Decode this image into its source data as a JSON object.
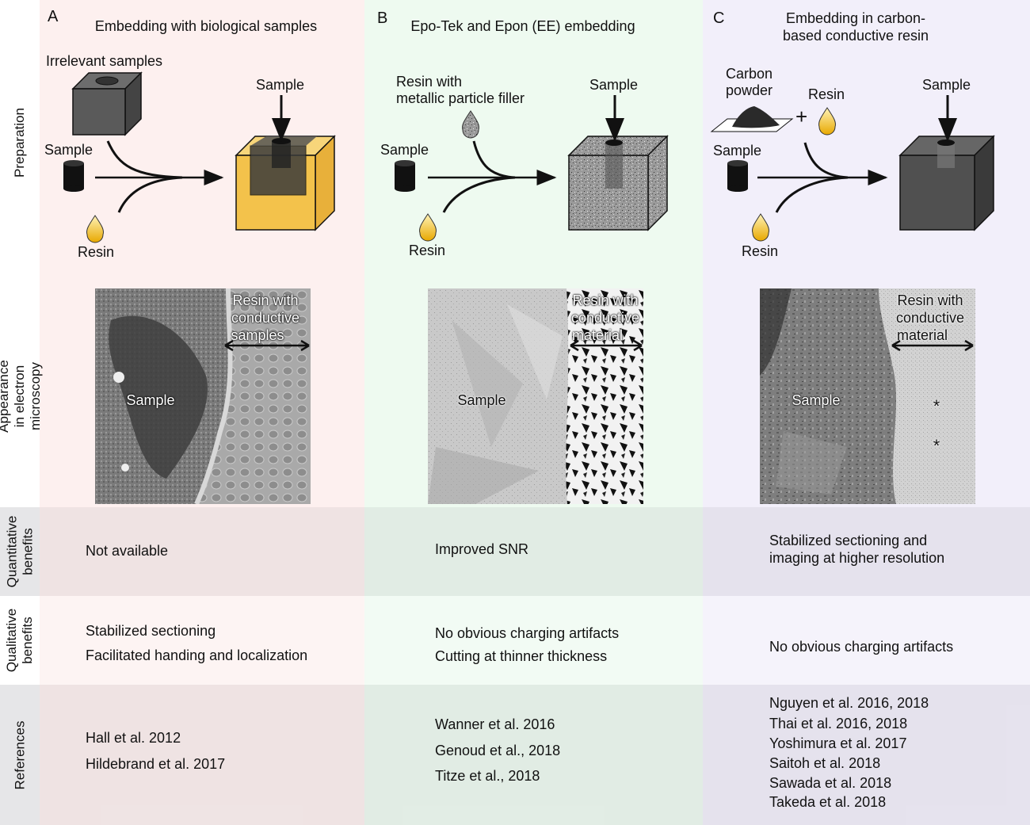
{
  "row_labels": {
    "preparation": "Preparation",
    "appearance": "Appearance in electron microscopy",
    "quantitative": "Quantitative benefits",
    "qualitative": "Qualitative benefits",
    "references": "References"
  },
  "columns": [
    {
      "letter": "A",
      "title": "Embedding with biological samples",
      "prep_labels": {
        "irrelevant": "Irrelevant samples",
        "sample_left": "Sample",
        "resin": "Resin",
        "sample_top": "Sample"
      },
      "em_labels": {
        "resin_line1": "Resin with",
        "resin_line2": "conductive",
        "resin_line3": "samples",
        "sample": "Sample"
      },
      "quantitative": [
        "Not available"
      ],
      "qualitative": [
        "Stabilized sectioning",
        "Facilitated handing and localization"
      ],
      "references": [
        "Hall et al. 2012",
        "Hildebrand et al. 2017"
      ]
    },
    {
      "letter": "B",
      "title": "Epo-Tek and Epon (EE) embedding",
      "prep_labels": {
        "filler_line1": "Resin with",
        "filler_line2": "metallic particle filler",
        "sample_left": "Sample",
        "resin": "Resin",
        "sample_top": "Sample"
      },
      "em_labels": {
        "resin_line1": "Resin with",
        "resin_line2": "conductive",
        "resin_line3": "material",
        "sample": "Sample"
      },
      "quantitative": [
        "Improved SNR"
      ],
      "qualitative": [
        "No obvious charging artifacts",
        "Cutting at thinner thickness"
      ],
      "references": [
        "Wanner et al. 2016",
        "Genoud et al., 2018",
        "Titze et al., 2018"
      ]
    },
    {
      "letter": "C",
      "title_line1": "Embedding in carbon-",
      "title_line2": "based conductive resin",
      "prep_labels": {
        "carbon_line1": "Carbon",
        "carbon_line2": "powder",
        "plus": "+",
        "resin_top": "Resin",
        "sample_left": "Sample",
        "resin": "Resin",
        "sample_top": "Sample"
      },
      "em_labels": {
        "resin_line1": "Resin with",
        "resin_line2": "conductive",
        "resin_line3": "material",
        "sample": "Sample",
        "star1": "*",
        "star2": "*"
      },
      "quantitative": [
        "Stabilized sectioning and",
        "imaging at higher resolution"
      ],
      "qualitative": [
        "No obvious charging artifacts"
      ],
      "references": [
        "Nguyen et al. 2016, 2018",
        "Thai et al. 2016, 2018",
        "Yoshimura et al. 2017",
        "Saitoh et al. 2018",
        "Sawada et al. 2018",
        "Takeda et al. 2018"
      ]
    }
  ]
}
